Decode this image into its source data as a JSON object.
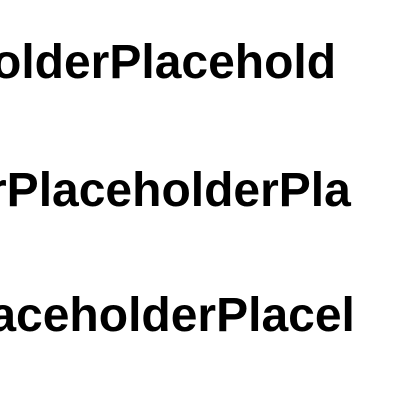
{
  "text_lines": [
    "olderPlacehold",
    "rPlaceholderPla",
    "laceholderPlacel"
  ],
  "colors": {
    "background": "#ffffff",
    "text": "#000000"
  }
}
